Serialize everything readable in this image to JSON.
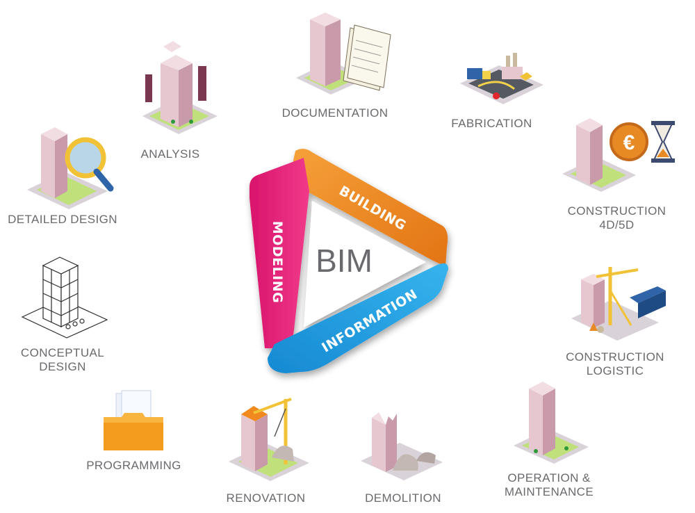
{
  "center": {
    "title": "BIM",
    "bands": {
      "building": "BUILDING",
      "modeling": "MODELING",
      "information": "INFORMATION"
    },
    "colors": {
      "building": "#f08a1e",
      "modeling": "#e8207a",
      "information": "#1e9ee0"
    }
  },
  "stages": {
    "analysis": "ANALYSIS",
    "documentation": "DOCUMENTATION",
    "fabrication": "FABRICATION",
    "construction_4d5d": {
      "line1": "CONSTRUCTION",
      "line2": "4D/5D"
    },
    "construction_logistic": {
      "line1": "CONSTRUCTION",
      "line2": "LOGISTIC"
    },
    "operation_maintenance": {
      "line1": "OPERATION &",
      "line2": "MAINTENANCE"
    },
    "demolition": "DEMOLITION",
    "renovation": "RENOVATION",
    "programming": "PROGRAMMING",
    "conceptual_design": {
      "line1": "CONCEPTUAL",
      "line2": "DESIGN"
    },
    "detailed_design": "DETAILED DESIGN"
  },
  "icons": {
    "analysis": "exploded-building-icon",
    "documentation": "building-with-documents-icon",
    "fabrication": "truck-and-factory-icon",
    "construction_4d5d": "building-euro-hourglass-icon",
    "construction_logistic": "building-crane-container-icon",
    "operation_maintenance": "tall-building-icon",
    "demolition": "demolished-building-icon",
    "renovation": "building-with-crane-icon",
    "programming": "folder-icon",
    "conceptual_design": "wireframe-building-icon",
    "detailed_design": "building-magnifier-icon"
  }
}
